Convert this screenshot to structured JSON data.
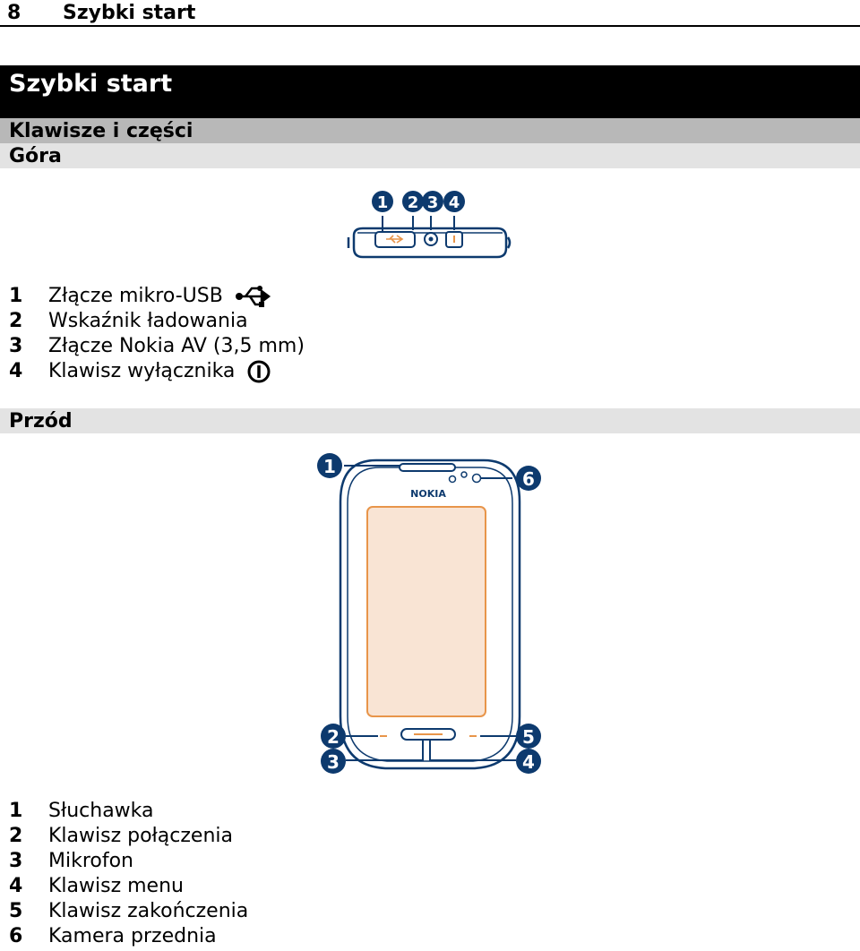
{
  "header": {
    "page_number": "8",
    "running_title": "Szybki start"
  },
  "title": "Szybki start",
  "section": "Klawisze i części",
  "top": {
    "heading": "Góra",
    "callouts": [
      "1",
      "2",
      "3",
      "4"
    ],
    "items": [
      {
        "num": "1",
        "label": "Złącze mikro-USB",
        "icon": "usb-icon"
      },
      {
        "num": "2",
        "label": "Wskaźnik ładowania"
      },
      {
        "num": "3",
        "label": "Złącze Nokia AV (3,5 mm)"
      },
      {
        "num": "4",
        "label": "Klawisz wyłącznika",
        "icon": "power-icon"
      }
    ]
  },
  "front": {
    "heading": "Przód",
    "brand": "NOKIA",
    "callouts": [
      "1",
      "2",
      "3",
      "4",
      "5",
      "6"
    ],
    "items": [
      {
        "num": "1",
        "label": "Słuchawka"
      },
      {
        "num": "2",
        "label": "Klawisz połączenia"
      },
      {
        "num": "3",
        "label": "Mikrofon"
      },
      {
        "num": "4",
        "label": "Klawisz menu"
      },
      {
        "num": "5",
        "label": "Klawisz zakończenia"
      },
      {
        "num": "6",
        "label": "Kamera przednia"
      }
    ]
  },
  "colors": {
    "line": "#0d3a6e",
    "screen": "#f9e4d4",
    "screen_border": "#e8954a",
    "accent": "#e8954a"
  }
}
